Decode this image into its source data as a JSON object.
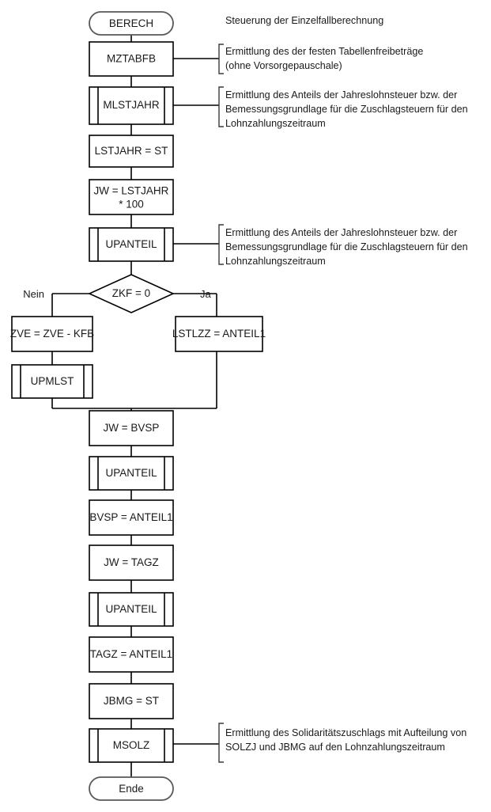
{
  "diagram": {
    "title_note": "Steuerung der Einzelfallberechnung",
    "nodes": [
      {
        "id": "berech",
        "label": "BERECH",
        "shape": "terminator"
      },
      {
        "id": "mztabfb",
        "label": "MZTABFB",
        "shape": "process"
      },
      {
        "id": "mlstjahr",
        "label": "MLSTJAHR",
        "shape": "subroutine"
      },
      {
        "id": "lstjahr",
        "label": "LSTJAHR = ST",
        "shape": "process"
      },
      {
        "id": "jw100",
        "label": "JW = LSTJAHR",
        "label2": "* 100",
        "shape": "process"
      },
      {
        "id": "upanteil1",
        "label": "UPANTEIL",
        "shape": "subroutine"
      },
      {
        "id": "zkf",
        "label": "ZKF = 0",
        "shape": "decision"
      },
      {
        "id": "zve",
        "label": "ZVE = ZVE -  KFB",
        "shape": "process"
      },
      {
        "id": "upmlst",
        "label": "UPMLST",
        "shape": "subroutine"
      },
      {
        "id": "lstlzz",
        "label": "LSTLZZ = ANTEIL1",
        "shape": "process"
      },
      {
        "id": "jwbvsp",
        "label": "JW = BVSP",
        "shape": "process"
      },
      {
        "id": "upanteil2",
        "label": "UPANTEIL",
        "shape": "subroutine"
      },
      {
        "id": "bvsp",
        "label": "BVSP = ANTEIL1",
        "shape": "process"
      },
      {
        "id": "jwtagz",
        "label": "JW = TAGZ",
        "shape": "process"
      },
      {
        "id": "upanteil3",
        "label": "UPANTEIL",
        "shape": "subroutine"
      },
      {
        "id": "tagz",
        "label": "TAGZ = ANTEIL1",
        "shape": "process"
      },
      {
        "id": "jbmg",
        "label": "JBMG = ST",
        "shape": "process"
      },
      {
        "id": "msolz",
        "label": "MSOLZ",
        "shape": "subroutine"
      },
      {
        "id": "ende",
        "label": "Ende",
        "shape": "terminator"
      }
    ],
    "branch_labels": {
      "no": "Nein",
      "yes": "Ja"
    },
    "notes": [
      {
        "id": "note-mztabfb",
        "text": "Ermittlung des der festen Tabellenfreibeträge\n(ohne Vorsorgepauschale)"
      },
      {
        "id": "note-mlstjahr",
        "text": "Ermittlung des Anteils der Jahreslohnsteuer bzw. der\nBemessungsgrundlage für die Zuschlagsteuern für den\nLohnzahlungszeitraum"
      },
      {
        "id": "note-upanteil",
        "text": "Ermittlung des Anteils der Jahreslohnsteuer bzw. der\nBemessungsgrundlage für die Zuschlagsteuern für den\nLohnzahlungszeitraum"
      },
      {
        "id": "note-msolz",
        "text": "Ermittlung des Solidaritätszuschlags mit Aufteilung von\nSOLZJ und JBMG auf den Lohnzahlungszeitraum"
      }
    ],
    "colors": {
      "box_stroke": "#000000",
      "terminator_stroke": "#585858",
      "connector": "#000000",
      "text": "#1a1a1a",
      "background": "#ffffff"
    }
  }
}
